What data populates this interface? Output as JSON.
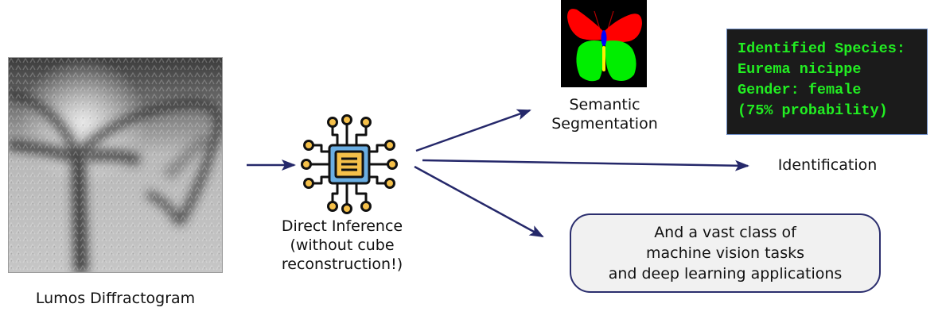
{
  "input": {
    "label": "Lumos Diffractogram",
    "image_description": "grayscale diffraction pattern of a butterfly"
  },
  "processor": {
    "icon": "chip-icon",
    "label_lines": [
      "Direct Inference",
      "(without cube",
      "reconstruction!)"
    ]
  },
  "outputs": {
    "segmentation": {
      "label_lines": [
        "Semantic",
        "Segmentation"
      ],
      "colors": {
        "background": "#000000",
        "forewings": "#ff0000",
        "hindwings": "#00ee00",
        "thorax": "#0000ff",
        "abdomen": "#ffee00"
      }
    },
    "identification": {
      "label": "Identification",
      "console_lines": [
        "Identified Species:",
        "Eurema nicippe",
        "Gender: female",
        "(75% probability)"
      ],
      "console_text_color": "#22ee22"
    },
    "other": {
      "label_lines": [
        "And a vast class of",
        "machine vision tasks",
        "and deep learning applications"
      ]
    }
  },
  "colors": {
    "arrow": "#25286a",
    "chip_body": "#6aaee3",
    "chip_core": "#f5c04a",
    "node": "#f5c04a"
  }
}
